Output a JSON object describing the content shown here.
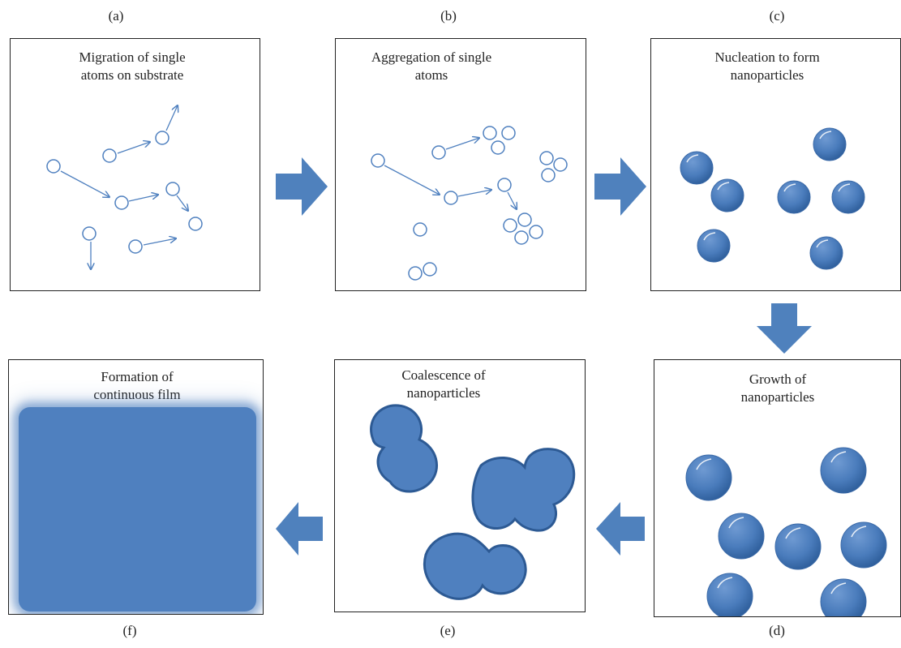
{
  "labels": {
    "a": "(a)",
    "b": "(b)",
    "c": "(c)",
    "d": "(d)",
    "e": "(e)",
    "f": "(f)"
  },
  "panels": {
    "a": {
      "title_line1": "Migration of single",
      "title_line2": "atoms on substrate"
    },
    "b": {
      "title_line1": "Aggregation of single",
      "title_line2": "atoms"
    },
    "c": {
      "title_line1": "Nucleation to form",
      "title_line2": "nanoparticles"
    },
    "d": {
      "title_line1": "Growth of",
      "title_line2": "nanoparticles"
    },
    "e": {
      "title_line1": "Coalescence of",
      "title_line2": "nanoparticles"
    },
    "f": {
      "title_line1": "Formation of",
      "title_line2": "continuous film"
    }
  },
  "colors": {
    "particle": "#4f80bf",
    "outline": "#4f80bf",
    "arrow": "#4f81bd",
    "film": "#4f80bf"
  }
}
